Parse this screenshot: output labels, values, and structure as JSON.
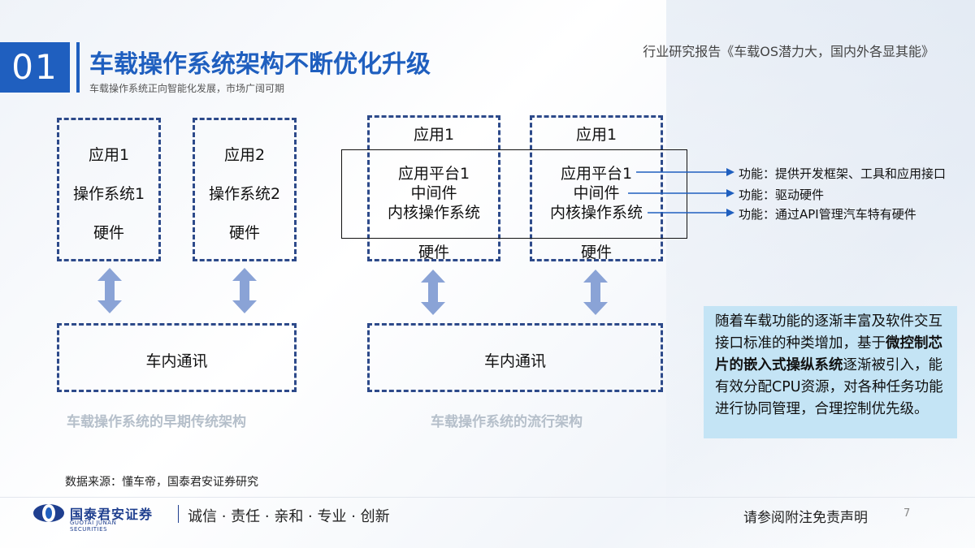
{
  "header": {
    "section_number": "01",
    "title": "车载操作系统架构不断优化升级",
    "subtitle": "车载操作系统正向智能化发展，市场广阔可期",
    "report_title": "行业研究报告《车载OS潜力大，国内外各显其能》"
  },
  "early_arch": {
    "box1": [
      "应用1",
      "操作系统1",
      "硬件"
    ],
    "box2": [
      "应用2",
      "操作系统2",
      "硬件"
    ],
    "comm": "车内通讯",
    "caption": "车载操作系统的早期传统架构"
  },
  "modern_arch": {
    "box1": {
      "app": "应用1",
      "platform": "应用平台1",
      "middleware": "中间件",
      "kernel": "内核操作系统",
      "hw": "硬件"
    },
    "box2": {
      "app": "应用1",
      "platform": "应用平台1",
      "middleware": "中间件",
      "kernel": "内核操作系统",
      "hw": "硬件"
    },
    "comm": "车内通讯",
    "caption": "车载操作系统的流行架构"
  },
  "functions": [
    "功能：提供开发框架、工具和应用接口",
    "功能：驱动硬件",
    "功能：通过API管理汽车特有硬件"
  ],
  "note": {
    "part1": "随着车载功能的逐渐丰富及软件交互接口标准的种类增加，基于",
    "bold": "微控制芯片的嵌入式操纵系统",
    "part2": "逐渐被引入，能有效分配CPU资源，对各种任务功能进行协同管理，合理控制优先级。"
  },
  "source": "数据来源：懂车帝，国泰君安证券研究",
  "footer": {
    "logo_cn": "国泰君安证券",
    "logo_en": "GUOTAI JUNAN SECURITIES",
    "motto": "诚信 · 责任 · 亲和 · 专业 · 创新",
    "disclaimer": "请参阅附注免责声明",
    "page": "7"
  },
  "colors": {
    "brand_blue": "#1f5fbf",
    "box_border": "#2d4a8a",
    "arrow": "#8aa3d6",
    "note_bg": "#c4e4f5"
  }
}
